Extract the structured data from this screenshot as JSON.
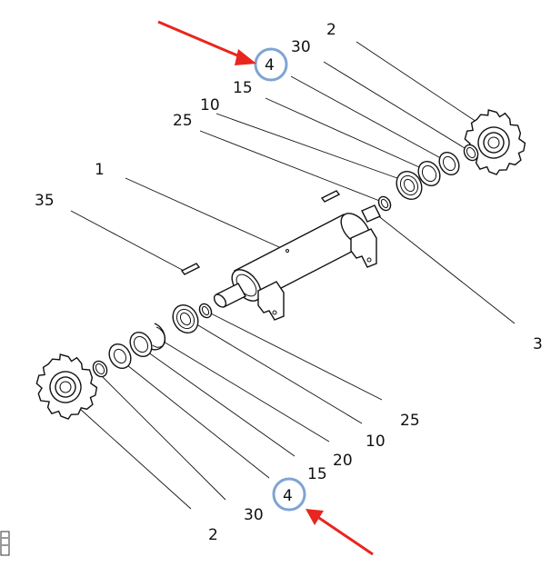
{
  "diagram": {
    "callouts": {
      "top_2": "2",
      "top_30": "30",
      "top_4": "4",
      "top_15": "15",
      "top_10": "10",
      "top_25": "25",
      "shaft_1": "1",
      "pin_35": "35",
      "right_3": "3",
      "bottom_25": "25",
      "bottom_10": "10",
      "bottom_20": "20",
      "bottom_15": "15",
      "bottom_4": "4",
      "bottom_30": "30",
      "bottom_2": "2"
    },
    "highlight": {
      "circle_color": "#7ea4d4",
      "arrow_color": "#e8261f"
    }
  }
}
